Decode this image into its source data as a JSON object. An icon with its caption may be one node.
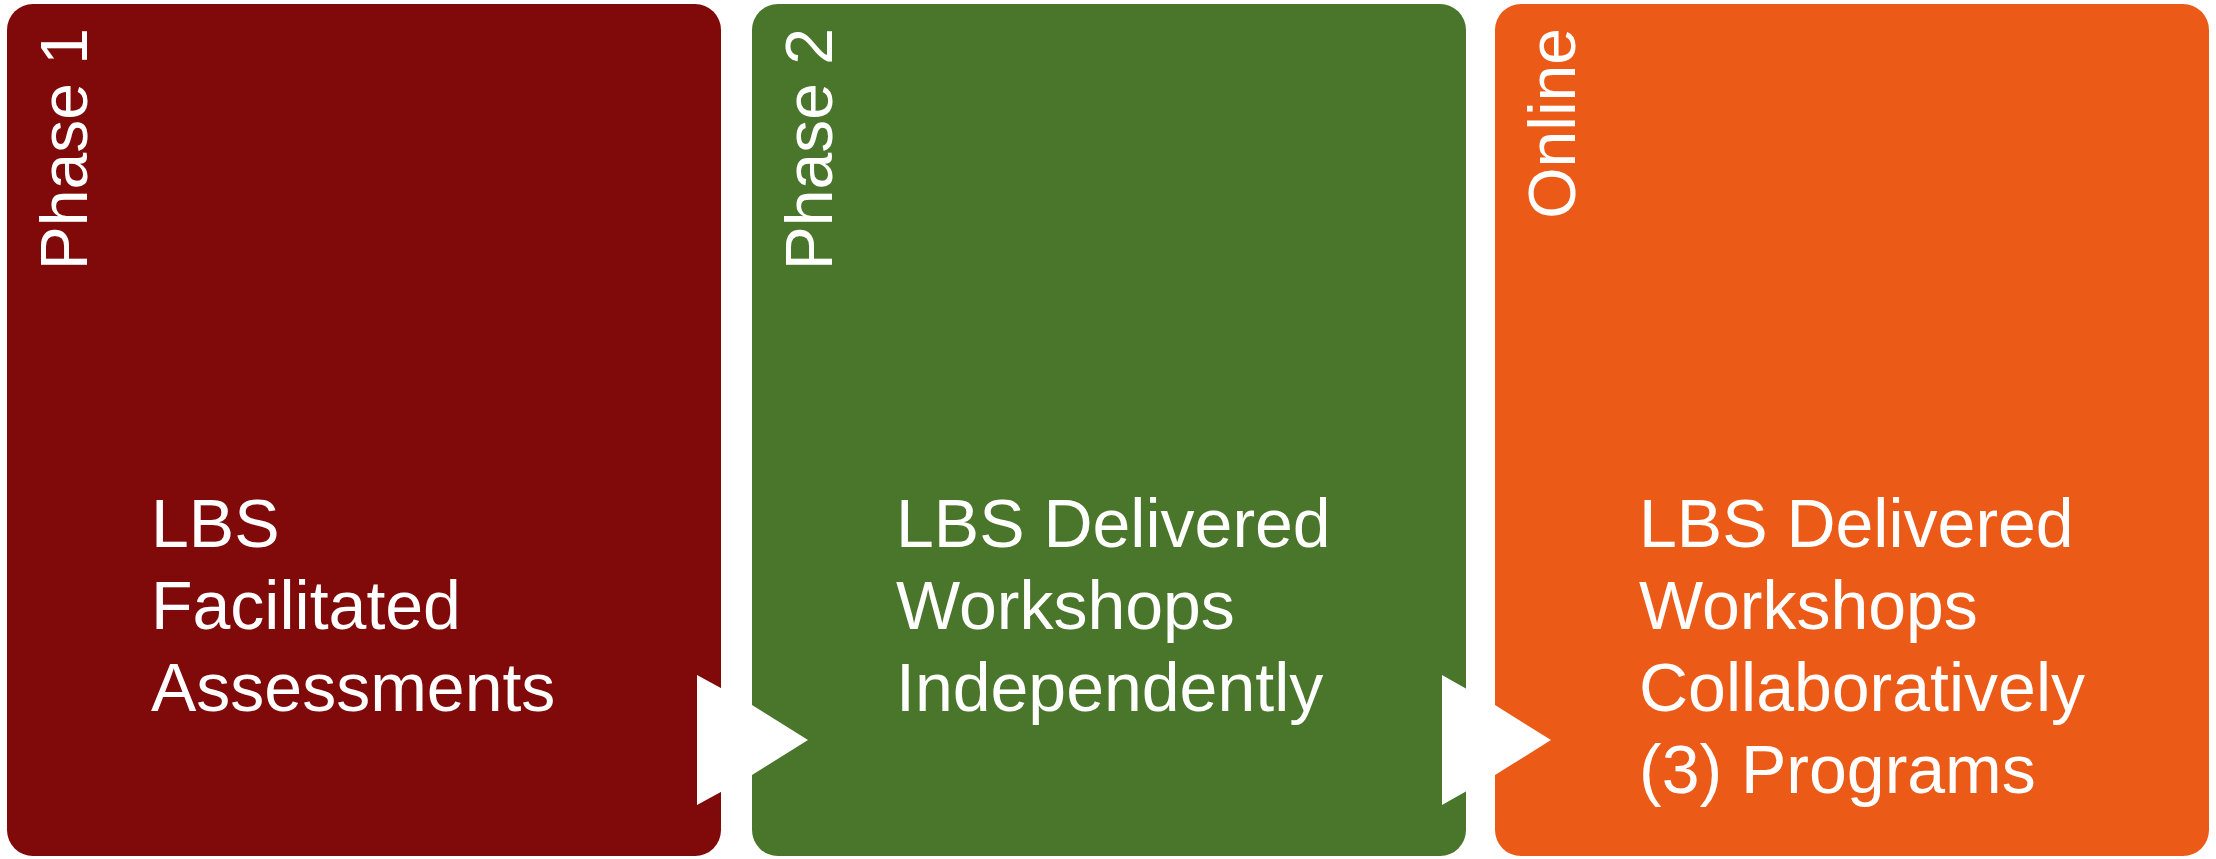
{
  "diagram": {
    "nodes": [
      {
        "text": [
          "Phase 1",
          "LBS Facilitated Assessments"
        ]
      },
      {
        "text": [
          "Phase 2",
          "LBS Delivered Workshops Independently"
        ]
      },
      {
        "text": [
          "Online",
          "LBS Delivered Workshops Collaboratively (3) Programs"
        ]
      }
    ],
    "edges": [
      {
        "from": 0,
        "to": 1,
        "arrow": "to"
      },
      {
        "from": 1,
        "to": 2,
        "arrow": "to"
      }
    ]
  }
}
